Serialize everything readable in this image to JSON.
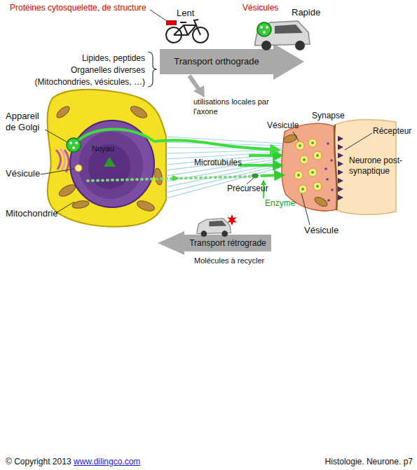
{
  "diagram": {
    "nodes": [
      {
        "text": [
          "Transport orthograde"
        ]
      },
      {
        "text": [
          "Noyau"
        ]
      },
      {
        "text": [
          "Synapse"
        ]
      },
      {
        "text": [
          "Neurone post-synaptique"
        ]
      },
      {
        "text": [
          "Transport rétrograde"
        ]
      }
    ],
    "edges": [
      {
        "from": 1,
        "to": 2,
        "arrow": "to"
      }
    ],
    "labels": [
      "Protéines  cytosquelette, de structure",
      "Lent",
      "Vésicules",
      "Rapide",
      "Lipides, peptides",
      "Organelles diverses",
      "(Mitochondries, vésicules, …)",
      "utilisations locales par l'axone",
      "Appareil de Golgi",
      "Vésicule",
      "Mitochondrie",
      "Microtubules",
      "Vésicule",
      "Récepteur",
      "Précurseur",
      "Enzyme",
      "Vésicule",
      "Molécules à recycler",
      "© Copyright 2013",
      "www.dilingco.com",
      "Histologie. Neurone. p7"
    ]
  }
}
